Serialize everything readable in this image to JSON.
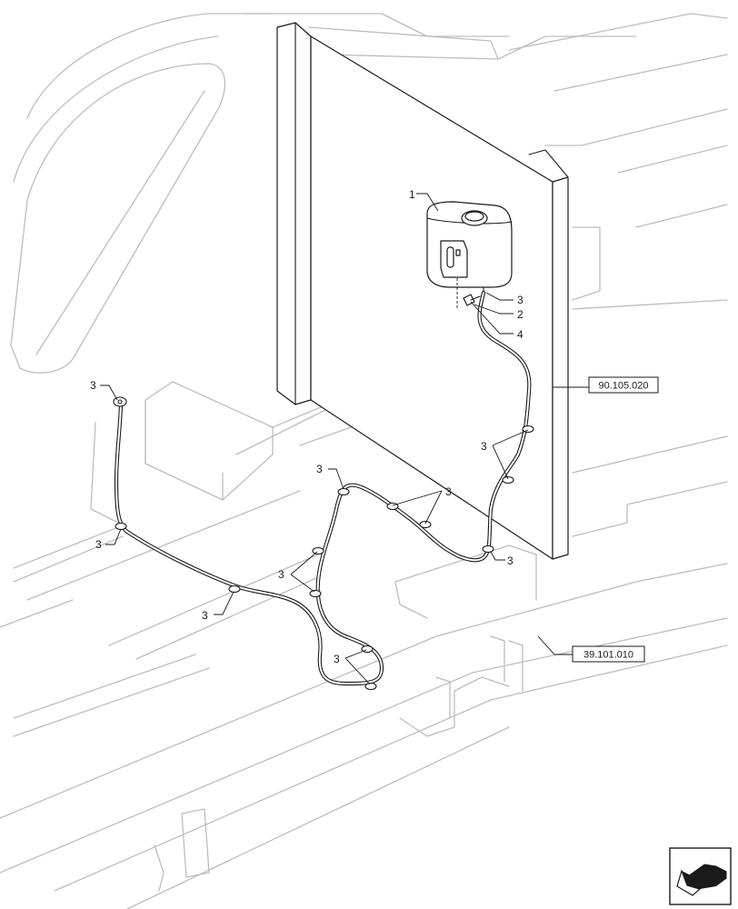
{
  "callouts": {
    "item1": "1",
    "item2": "2",
    "item3": "3",
    "item4": "4"
  },
  "references": {
    "ref_a": "90.105.020",
    "ref_b": "39.101.010"
  },
  "icons": {
    "view_arrow": "isometric-view-arrow-icon"
  },
  "colors": {
    "background_lines": "#bdbdbd",
    "foreground_lines": "#1a1a1a"
  }
}
